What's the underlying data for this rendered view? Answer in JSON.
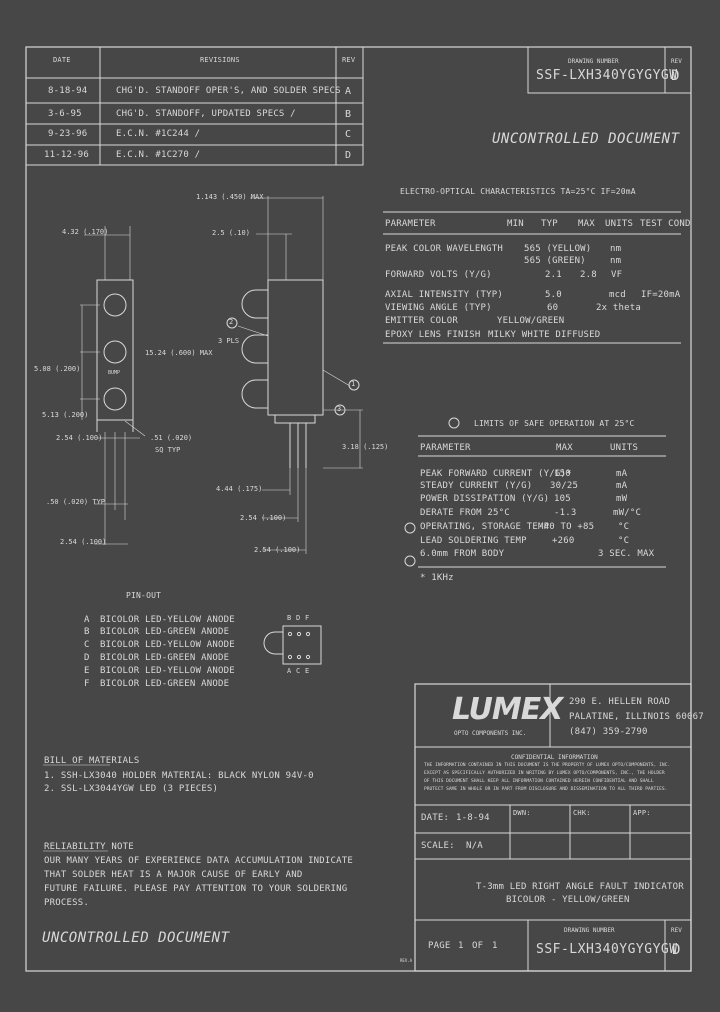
{
  "revisions": {
    "headers": {
      "date": "DATE",
      "revisions": "REVISIONS",
      "rev": "REV"
    },
    "rows": [
      {
        "date": "8-18-94",
        "desc": "CHG'D. STANDOFF OPER'S, AND SOLDER SPECS",
        "rev": "A"
      },
      {
        "date": "3-6-95",
        "desc": "CHG'D. STANDOFF, UPDATED SPECS /",
        "rev": "B"
      },
      {
        "date": "9-23-96",
        "desc": "E.C.N. #1C244 /",
        "rev": "C"
      },
      {
        "date": "11-12-96",
        "desc": "E.C.N. #1C270 /",
        "rev": "D"
      }
    ]
  },
  "top_title": {
    "label": "DRAWING NUMBER",
    "number": "SSF-LXH340YGYGYGW",
    "rev_label": "REV",
    "rev": "D"
  },
  "uncontrolled": "UNCONTROLLED DOCUMENT",
  "dims": {
    "d1": "1.143 (.450) MAX",
    "d2": "4.32 (.170)",
    "d3": "2.5 (.10)",
    "d4": "3 PLS",
    "d5": "15.24 (.600) MAX",
    "d6": "5.08 (.200)",
    "d7": "5.13 (.200)",
    "d8": "2.54 (.100)",
    "d9": ".51 (.020)",
    "d10": "SQ TYP",
    "d11": "3.18 (.125)",
    "d12": ".50 (.020) TYP",
    "d13": "2.54 (.100)",
    "d14": "4.44 (.175)",
    "d15": "2.54 (.100)",
    "d16": "2.54 (.100)",
    "bump": "BUMP",
    "c1": "1",
    "c2": "2",
    "c3": "3"
  },
  "eo": {
    "title": "ELECTRO-OPTICAL CHARACTERISTICS TA=25°C IF=20mA",
    "headers": [
      "PARAMETER",
      "MIN",
      "TYP",
      "MAX",
      "UNITS",
      "TEST COND"
    ],
    "rows": [
      [
        "PEAK COLOR WAVELENGTH",
        "",
        "565 (YELLOW)",
        "",
        "nm",
        ""
      ],
      [
        "",
        "",
        "565 (GREEN)",
        "",
        "nm",
        ""
      ],
      [
        "FORWARD VOLTS (Y/G)",
        "",
        "2.1",
        "2.8",
        "VF",
        ""
      ],
      [
        "AXIAL INTENSITY (TYP)",
        "",
        "5.0",
        "",
        "mcd",
        "IF=20mA"
      ],
      [
        "VIEWING ANGLE (TYP)",
        "",
        "60",
        "",
        "2x theta",
        ""
      ],
      [
        "EMITTER COLOR",
        "",
        "YELLOW/GREEN",
        "",
        "",
        ""
      ],
      [
        "EPOXY LENS FINISH",
        "",
        "MILKY WHITE DIFFUSED",
        "",
        "",
        ""
      ]
    ]
  },
  "limits": {
    "title": "LIMITS OF SAFE OPERATION AT 25°C",
    "headers": [
      "PARAMETER",
      "MAX",
      "UNITS"
    ],
    "rows": [
      [
        "PEAK FORWARD CURRENT (Y/G)*",
        "150",
        "mA"
      ],
      [
        "STEADY CURRENT (Y/G)",
        "30/25",
        "mA"
      ],
      [
        "POWER DISSIPATION (Y/G)",
        "105",
        "mW"
      ],
      [
        "DERATE FROM 25°C",
        "-1.3",
        "mW/°C"
      ],
      [
        "OPERATING, STORAGE TEMP",
        "-40 TO +85",
        "°C"
      ],
      [
        "LEAD SOLDERING TEMP",
        "+260",
        "°C"
      ],
      [
        "6.0mm FROM BODY",
        "",
        "3 SEC. MAX"
      ]
    ],
    "note": "* 1KHz"
  },
  "pinout": {
    "title": "PIN-OUT",
    "rows": [
      [
        "A",
        "BICOLOR LED-YELLOW ANODE"
      ],
      [
        "B",
        "BICOLOR LED-GREEN ANODE"
      ],
      [
        "C",
        "BICOLOR LED-YELLOW ANODE"
      ],
      [
        "D",
        "BICOLOR LED-GREEN ANODE"
      ],
      [
        "E",
        "BICOLOR LED-YELLOW ANODE"
      ],
      [
        "F",
        "BICOLOR LED-GREEN ANODE"
      ]
    ],
    "top_letters": [
      "B",
      "D",
      "F"
    ],
    "bottom_letters": [
      "A",
      "C",
      "E"
    ]
  },
  "bom": {
    "title": "BILL OF MATERIALS",
    "items": [
      "1.  SSH-LX3040 HOLDER MATERIAL: BLACK NYLON 94V-0",
      "2.  SSL-LX3044YGW LED (3 PIECES)"
    ]
  },
  "reliability": {
    "title": "RELIABILITY NOTE",
    "lines": [
      "OUR MANY YEARS OF EXPERIENCE DATA ACCUMULATION INDICATE",
      "THAT SOLDER HEAT IS A MAJOR CAUSE OF EARLY AND",
      "FUTURE FAILURE. PLEASE PAY ATTENTION TO YOUR SOLDERING",
      "PROCESS."
    ]
  },
  "company": {
    "logo": "LUMEX",
    "logo_sub": "OPTO COMPONENTS INC.",
    "address": [
      "290 E. HELLEN ROAD",
      "PALATINE, ILLINOIS  60067",
      "(847) 359-2790"
    ]
  },
  "confidential": {
    "title": "CONFIDENTIAL INFORMATION",
    "lines": [
      "THE INFORMATION CONTAINED IN THIS DOCUMENT IS THE PROPERTY OF LUMEX OPTO/COMPONENTS, INC.",
      "EXCEPT AS SPECIFICALLY AUTHORIZED IN WRITING BY LUMEX OPTO/COMPONENTS, INC., THE HOLDER",
      "OF THIS DOCUMENT SHALL KEEP ALL INFORMATION CONTAINED HEREIN CONFIDENTIAL AND SHALL",
      "PROTECT SAME IN WHOLE OR IN PART FROM DISCLOSURE AND DISSEMINATION TO ALL THIRD PARTIES."
    ]
  },
  "titleblock": {
    "date_label": "DATE:",
    "date": "1-8-94",
    "dwn_label": "DWN:",
    "chk_label": "CHK:",
    "app_label": "APP:",
    "scale_label": "SCALE:",
    "scale": "N/A",
    "desc1": "T-3mm LED RIGHT ANGLE FAULT INDICATOR",
    "desc2": "BICOLOR - YELLOW/GREEN",
    "page_label": "PAGE",
    "page": "1",
    "of_label": "OF",
    "pages": "1",
    "dn_label": "DRAWING NUMBER",
    "dn": "SSF-LXH340YGYGYGW",
    "rev_label": "REV",
    "rev": "D",
    "stamp": "REV.A"
  }
}
